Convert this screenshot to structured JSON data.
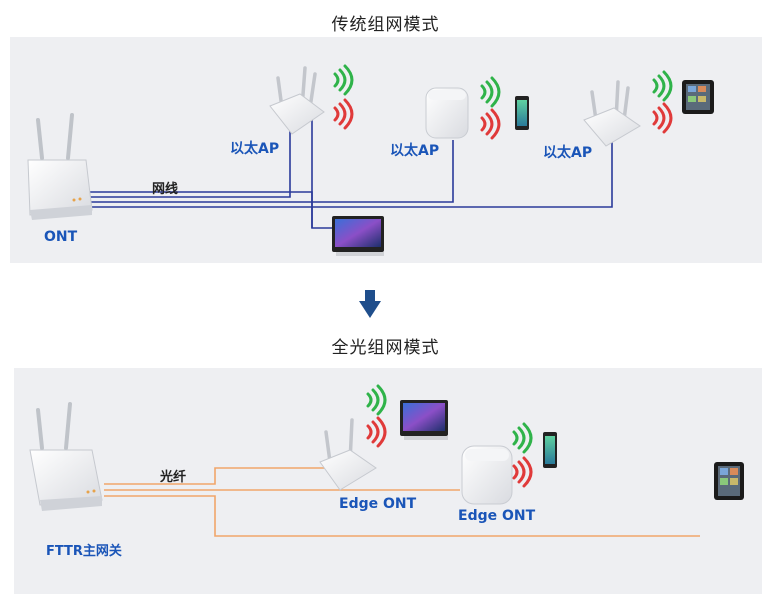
{
  "top": {
    "title": "传统组网模式",
    "ont_label": "ONT",
    "cable_label": "网线",
    "ap_labels": [
      "以太AP",
      "以太AP",
      "以太AP"
    ]
  },
  "bottom": {
    "title": "全光组网模式",
    "gateway_label": "FTTR主网关",
    "fiber_label": "光纤",
    "edge_labels": [
      "Edge ONT",
      "Edge ONT"
    ]
  },
  "colors": {
    "ethernet_line": "#2a3a9a",
    "fiber_line": "#f0a56a",
    "label_blue": "#1a55b8",
    "wifi_green": "#2fb34a",
    "wifi_red": "#e03a3a",
    "arrow": "#1f4e8c"
  }
}
